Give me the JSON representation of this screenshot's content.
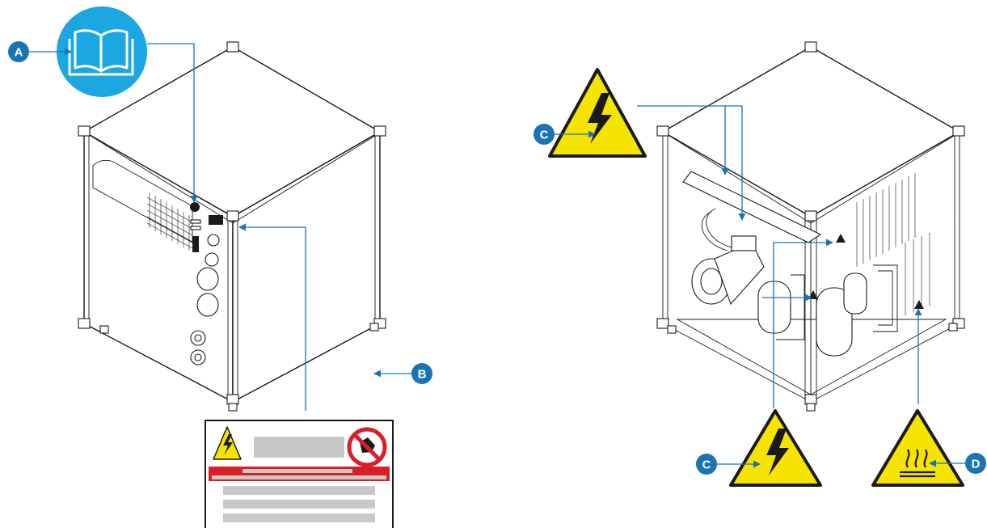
{
  "callouts": {
    "a": "A",
    "b": "B",
    "c_top": "C",
    "c_bottom": "C",
    "d": "D"
  },
  "colors": {
    "accent_blue": "#1a74b4",
    "manual_blue": "#1aa7e2",
    "warning_yellow": "#f4e400",
    "label_red": "#d71f26",
    "placeholder_gray": "#c8c8c8"
  },
  "icons": {
    "manual": "open-book-icon",
    "electrical_hazard": "lightning-warning-icon",
    "hot_surface": "hot-surface-warning-icon",
    "prohibition": "no-touch-prohibition-icon"
  }
}
